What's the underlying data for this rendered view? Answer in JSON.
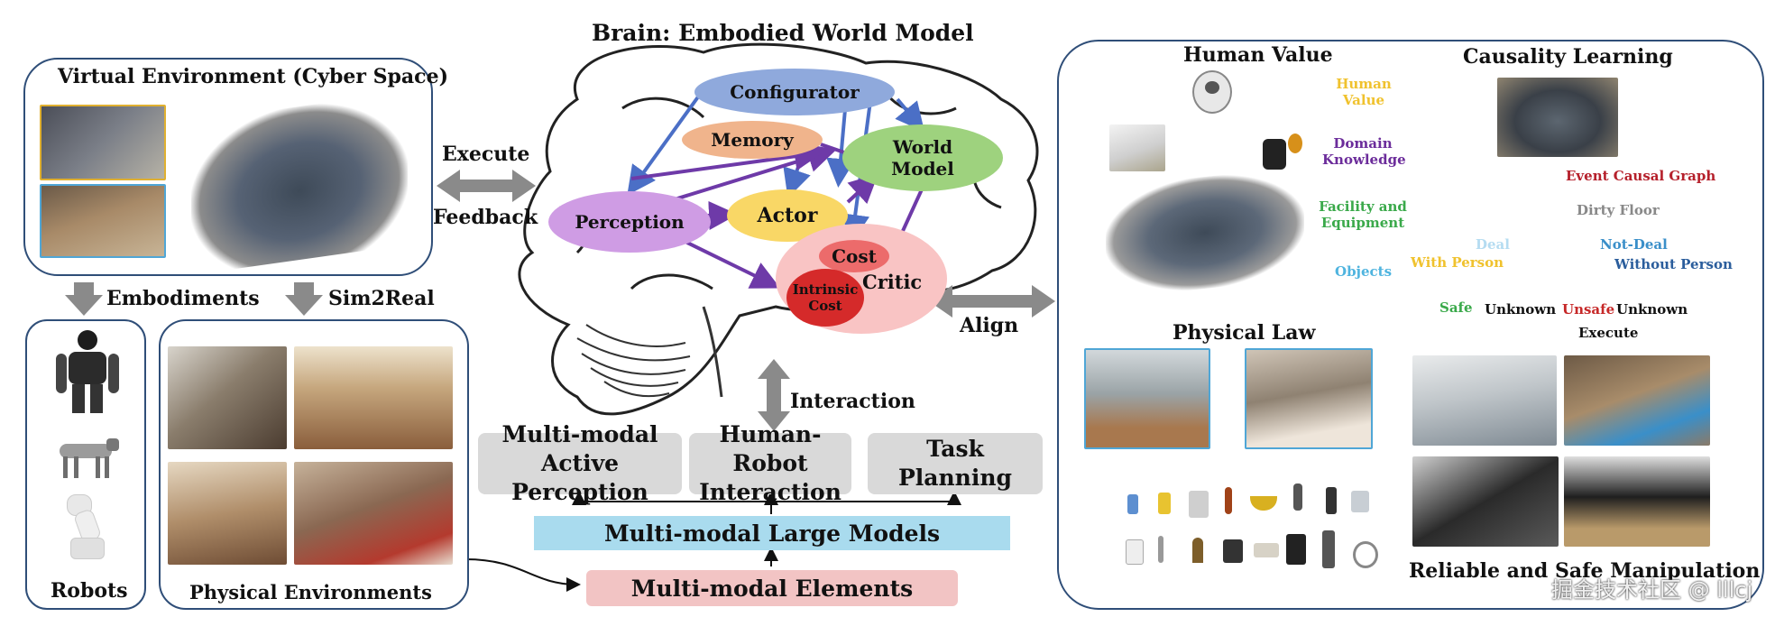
{
  "left": {
    "virtual_title": "Virtual Environment (Cyber Space)",
    "embodiments_label": "Embodiments",
    "sim2real_label": "Sim2Real",
    "robots_title": "Robots",
    "physical_title": "Physical Environments"
  },
  "center": {
    "brain_title": "Brain: Embodied World Model",
    "execute_label": "Execute",
    "feedback_label": "Feedback",
    "align_label": "Align",
    "interaction_label": "Interaction",
    "modules": {
      "configurator": "Configurator",
      "memory": "Memory",
      "world_model": "World Model",
      "perception": "Perception",
      "actor": "Actor",
      "cost": "Cost",
      "intrinsic_cost": "Intrinsic Cost",
      "critic": "Critic"
    },
    "capabilities": [
      "Multi-modal Active Perception",
      "Human-Robot Interaction",
      "Task Planning"
    ],
    "large_models": "Multi-modal Large Models",
    "elements": "Multi-modal  Elements"
  },
  "right": {
    "human_value_title": "Human Value",
    "legend": {
      "human_value": "Human Value",
      "domain_knowledge": "Domain Knowledge",
      "facility": "Facility and Equipment",
      "objects": "Objects"
    },
    "physical_law_title": "Physical Law",
    "causality_title": "Causality Learning",
    "causal_graph": {
      "title": "Event Causal Graph",
      "root": "Dirty Floor",
      "deal": "Deal",
      "with_person": "With Person",
      "not_deal": "Not-Deal",
      "without_person": "Without Person",
      "safe": "Safe",
      "unknown1": "Unknown",
      "unsafe": "Unsafe",
      "unknown2": "Unknown",
      "execute": "Execute"
    },
    "manipulation_title": "Reliable and Safe Manipulation"
  },
  "watermark": "掘金技术社区 @ lllcj",
  "colors": {
    "panel_border": "#2f4e78",
    "configurator": "#8fa9dc",
    "memory": "#f0b48c",
    "world_model": "#9ed27e",
    "perception": "#cf9ce4",
    "actor": "#f9d766",
    "critic_zone": "#f9c4c4",
    "cost": "#ec6b6b",
    "intrinsic": "#d52a2a",
    "large_models_bar": "#a9dbee",
    "elements_bar": "#f2c4c4",
    "human_value": "#f0c22e",
    "domain_knowledge": "#6c2d9b",
    "facility": "#3aa94a",
    "objects": "#4fb4df",
    "unsafe": "#c62828",
    "event_graph": "#b5202b"
  }
}
